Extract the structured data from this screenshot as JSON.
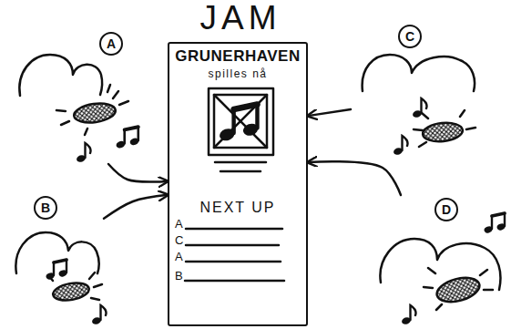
{
  "diagram": {
    "title": "JAM",
    "nodes": [
      {
        "text": [
          "A"
        ]
      },
      {
        "text": [
          "GRUNERHAVEN",
          "spilles nå",
          "NEXT UP",
          "A",
          "C",
          "A",
          "B"
        ]
      },
      {
        "text": [
          "C"
        ]
      },
      {
        "text": [
          "B"
        ]
      },
      {
        "text": [
          "D"
        ]
      }
    ],
    "edges": [
      {
        "from": 0,
        "to": 1,
        "arrow": "to"
      },
      {
        "from": 2,
        "to": 1,
        "arrow": "to"
      },
      {
        "from": 3,
        "to": 1,
        "arrow": "to"
      },
      {
        "from": 4,
        "to": 1,
        "arrow": "to"
      }
    ]
  }
}
